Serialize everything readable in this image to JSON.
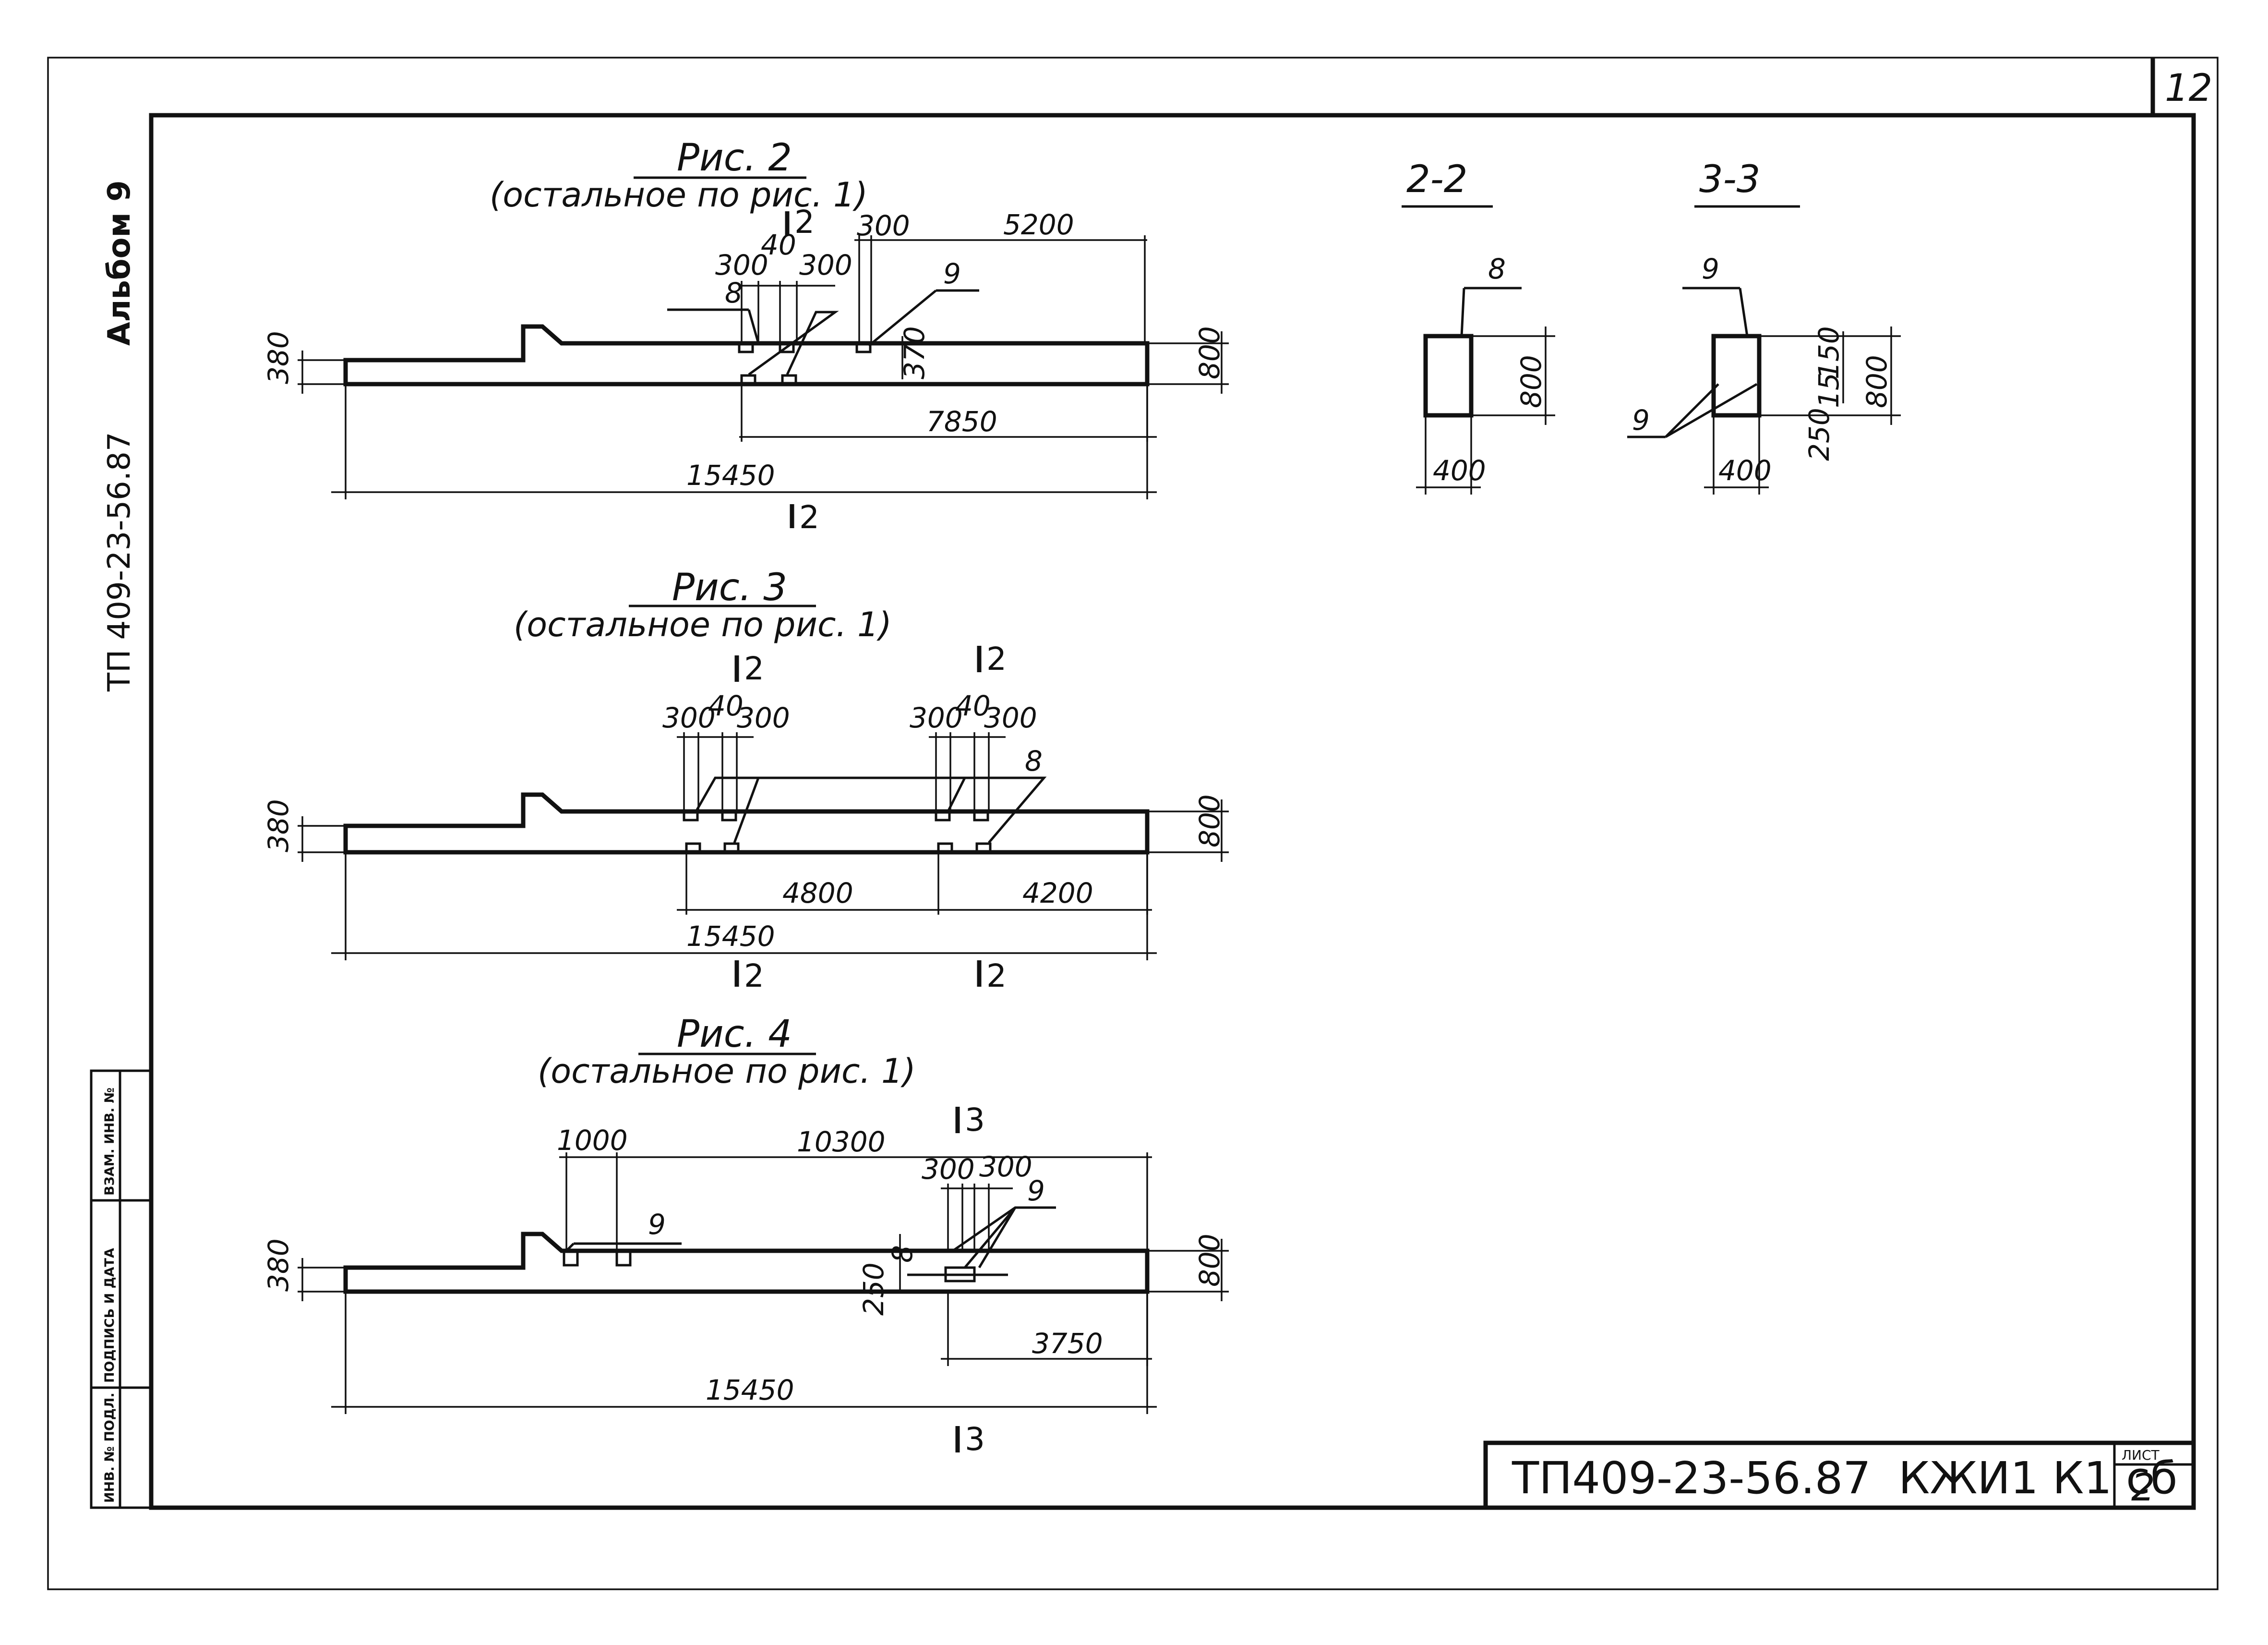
{
  "sheet": {
    "page_no": "12",
    "album": "Альбом 9",
    "side_code": "ТП 409-23-56.87",
    "stamp_code": "ТП409-23-56.87",
    "stamp_mark": "КЖИ1 К1 сб",
    "list_label": "ЛИСТ",
    "list_no": "2",
    "left_boxes": [
      "ИНВ. № ПОДЛ.",
      "ПОДПИСЬ И ДАТА",
      "ВЗАМ. ИНВ. №"
    ]
  },
  "fig2": {
    "title": "Рис. 2",
    "subtitle": "(остальное по рис. 1)",
    "cut_top": "2",
    "cut_bottom": "2",
    "dims": {
      "d300a": "300",
      "d40": "40",
      "d300b": "300",
      "d300c": "300",
      "d5200": "5200",
      "d7850": "7850",
      "d15450": "15450",
      "d380": "380",
      "d800": "800",
      "d370": "370"
    },
    "pos8": "8",
    "pos9": "9"
  },
  "fig3": {
    "title": "Рис. 3",
    "subtitle": "(остальное по рис. 1)",
    "cut1": "2",
    "cut2": "2",
    "dims": {
      "d300a": "300",
      "d40a": "40",
      "d300b": "300",
      "d300c": "300",
      "d40b": "40",
      "d300d": "300",
      "d4800": "4800",
      "d4200": "4200",
      "d15450": "15450",
      "d380": "380",
      "d800": "800"
    },
    "pos8": "8"
  },
  "fig4": {
    "title": "Рис. 4",
    "subtitle": "(остальное по рис. 1)",
    "cut": "3",
    "dims": {
      "d1000": "1000",
      "d10300": "10300",
      "d300a": "300",
      "d300b": "300",
      "d250": "250",
      "d3750": "3750",
      "d15450": "15450",
      "d380": "380",
      "d800": "800",
      "d8": "8"
    },
    "pos9a": "9",
    "pos9b": "9"
  },
  "sec22": {
    "title": "2-2",
    "pos": "8",
    "d800": "800",
    "d400": "400"
  },
  "sec33": {
    "title": "3-3",
    "pos_top": "9",
    "pos_left": "9",
    "d150": "150",
    "d800": "800",
    "d15": "15",
    "d250": "250",
    "d400": "400"
  }
}
